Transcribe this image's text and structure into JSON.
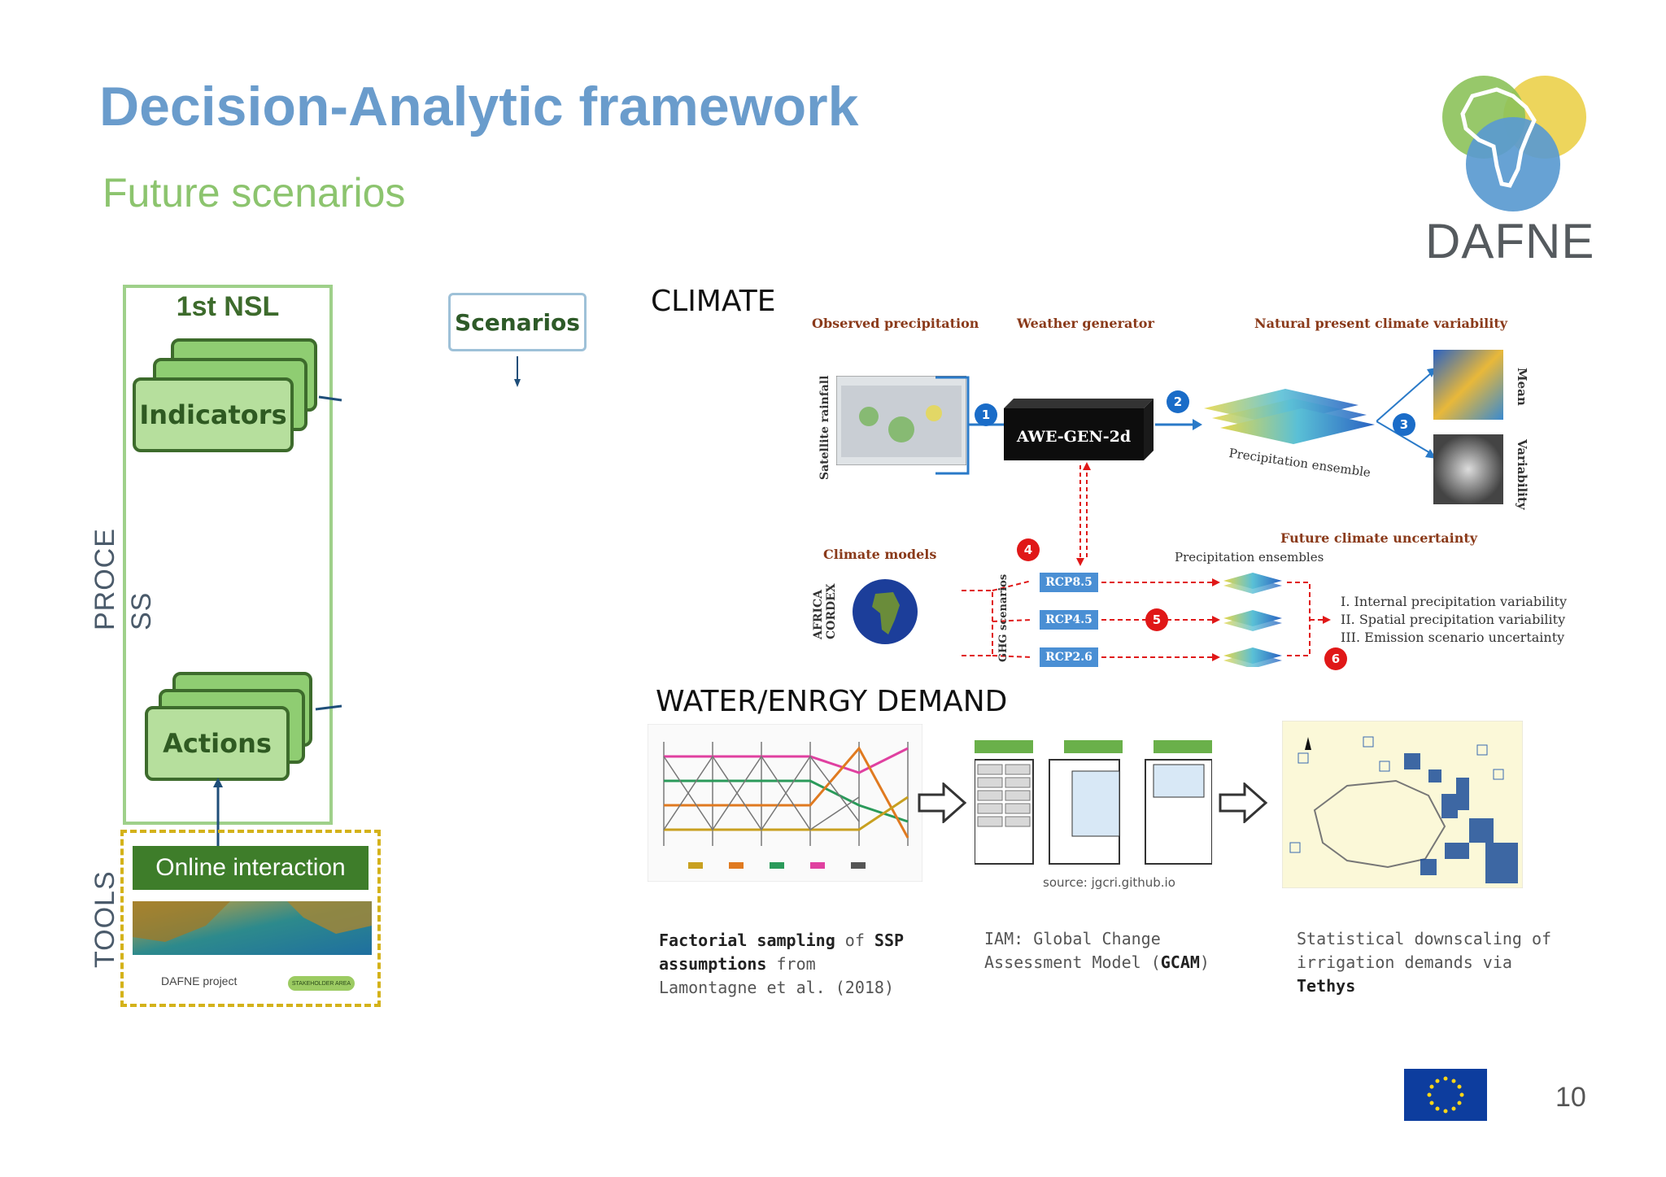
{
  "header": {
    "title": "Decision-Analytic framework",
    "subtitle": "Future scenarios",
    "logo_text": "DAFNE"
  },
  "left_panel": {
    "nsl_title": "1st NSL",
    "indicators_label": "Indicators",
    "actions_label": "Actions",
    "process_label_1": "PROCE",
    "process_label_2": "SS",
    "tools_label": "TOOLS",
    "online_interaction_label": "Online interaction",
    "dafne_project_label": "DAFNE project",
    "stakeholder_area_label": "STAKEHOLDER AREA"
  },
  "scenarios_button": {
    "label": "Scenarios"
  },
  "climate": {
    "heading": "CLIMATE",
    "observed_precipitation": "Observed precipitation",
    "weather_generator": "Weather generator",
    "natural_variability": "Natural present climate variability",
    "satellite_rainfall": "Satellite rainfall",
    "awe_gen": "AWE-GEN-2d",
    "precipitation_ensemble": "Precipitation ensemble",
    "mean": "Mean",
    "variability": "Variability",
    "future_uncertainty": "Future climate uncertainty",
    "climate_models": "Climate models",
    "precipitation_ensembles": "Precipitation ensembles",
    "africa_cordex": "AFRICA CORDEX",
    "ghg_scenarios": "GHG scenarios",
    "rcp": [
      "RCP8.5",
      "RCP4.5",
      "RCP2.6"
    ],
    "uncertainty_items": [
      "I.   Internal precipitation variability",
      "II.  Spatial precipitation variability",
      "III. Emission scenario uncertainty"
    ],
    "badges": [
      "1",
      "2",
      "3",
      "4",
      "5",
      "6"
    ]
  },
  "water_energy": {
    "heading": "WATER/ENRGY DEMAND",
    "source": "source: jgcri.github.io",
    "captions": [
      {
        "lines": [
          [
            {
              "b": "Factorial sampling"
            },
            {
              "t": " of "
            },
            {
              "b": "SSP"
            }
          ],
          [
            {
              "b": "assumptions"
            },
            {
              "t": " from"
            }
          ],
          [
            {
              "t": "Lamontagne et al. (2018)"
            }
          ]
        ]
      },
      {
        "lines": [
          [
            {
              "t": "IAM: Global Change"
            }
          ],
          [
            {
              "t": "Assessment Model ("
            },
            {
              "b": "GCAM"
            },
            {
              "t": ")"
            }
          ]
        ]
      },
      {
        "lines": [
          [
            {
              "t": "Statistical downscaling of"
            }
          ],
          [
            {
              "t": "irrigation demands via"
            }
          ],
          [
            {
              "b": "Tethys"
            }
          ]
        ]
      }
    ]
  },
  "footer": {
    "page_number": "10"
  },
  "colors": {
    "title_blue": "#6a9ccc",
    "subtitle_green": "#8cc46e",
    "box_green": "#9fd08a",
    "dark_green": "#3e7d2a",
    "tools_yellow": "#d4b21a",
    "eu_blue": "#0d3d9e"
  }
}
